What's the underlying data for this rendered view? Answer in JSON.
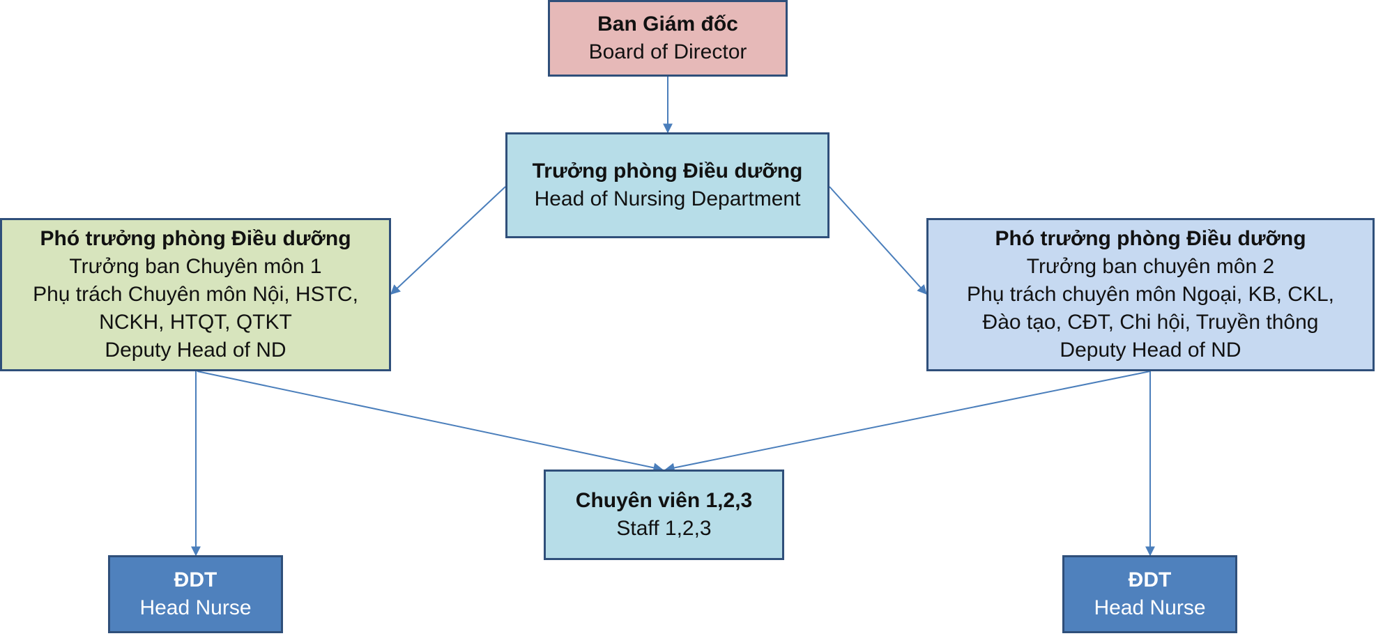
{
  "colors": {
    "board_fill": "#e6b9b8",
    "head_fill": "#b7dde8",
    "deputy_left_fill": "#d7e4bd",
    "deputy_right_fill": "#c6d9f1",
    "staff_fill": "#b7dde8",
    "ddt_fill": "#4f81bd",
    "ddt_text": "#ffffff",
    "border": "#2f4f7a",
    "connector": "#4a7ebb"
  },
  "nodes": {
    "board": {
      "title": "Ban Giám đốc",
      "lines": [
        "Board of Director"
      ]
    },
    "head": {
      "title": "Trưởng phòng Điều dưỡng",
      "lines": [
        "Head of Nursing Department"
      ]
    },
    "deputy_left": {
      "title": "Phó trưởng phòng Điều dưỡng",
      "lines": [
        "Trưởng ban Chuyên môn 1",
        "Phụ trách Chuyên môn Nội, HSTC,",
        "NCKH, HTQT, QTKT",
        "Deputy Head of ND"
      ]
    },
    "deputy_right": {
      "title": "Phó trưởng phòng Điều dưỡng",
      "lines": [
        "Trưởng ban chuyên môn 2",
        "Phụ trách chuyên môn Ngoại, KB, CKL,",
        "Đào tạo, CĐT, Chi hội, Truyền thông",
        "Deputy Head of ND"
      ]
    },
    "staff": {
      "title": "Chuyên viên 1,2,3",
      "lines": [
        "Staff 1,2,3"
      ]
    },
    "ddt_left": {
      "title": "ĐDT",
      "lines": [
        "Head Nurse"
      ]
    },
    "ddt_right": {
      "title": "ĐDT",
      "lines": [
        "Head Nurse"
      ]
    }
  }
}
